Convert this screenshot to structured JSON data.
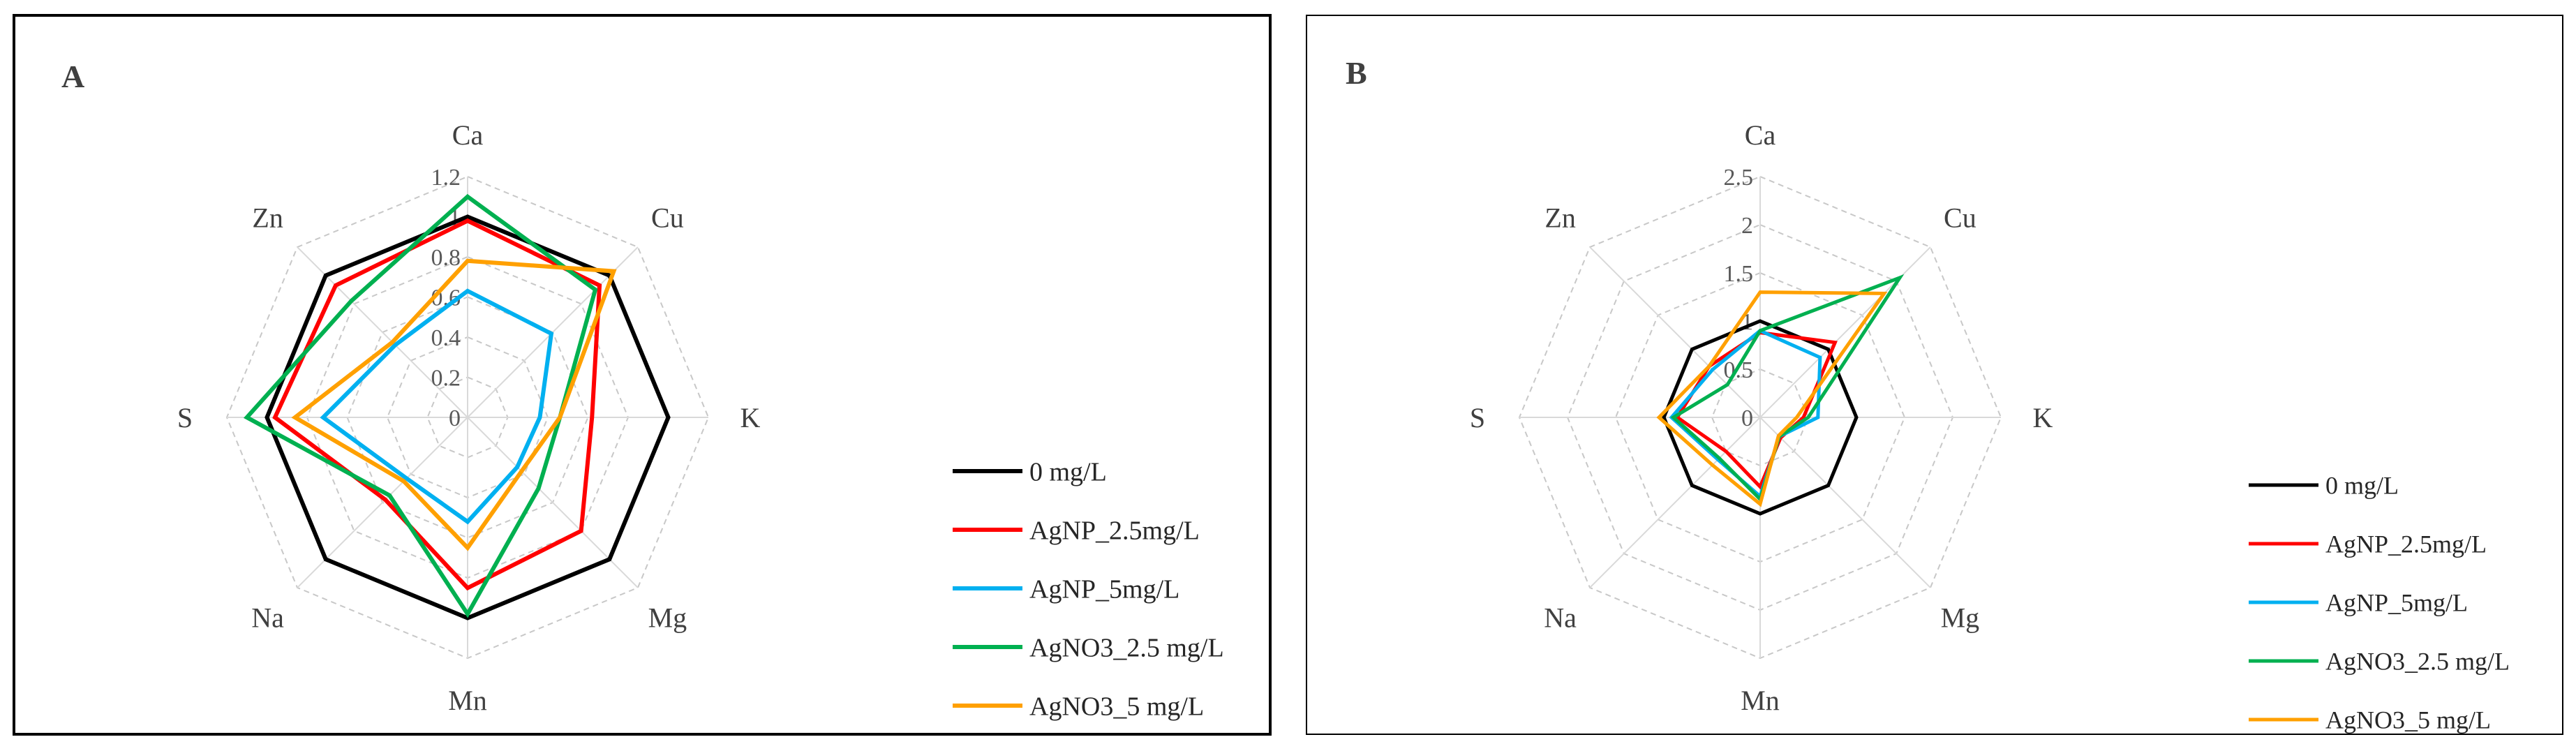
{
  "chart_data": [
    {
      "type": "radar",
      "panel": "A",
      "axes": [
        "Ca",
        "Cu",
        "K",
        "Mg",
        "Mn",
        "Na",
        "S",
        "Zn"
      ],
      "ticks": [
        "0",
        "0.2",
        "0.4",
        "0.6",
        "0.8",
        "1",
        "1.2"
      ],
      "range": [
        0,
        1.2
      ],
      "grid": true,
      "legend_position": "right",
      "series": [
        {
          "name": "0 mg/L",
          "color": "#000000",
          "values": [
            1.0,
            1.0,
            1.0,
            1.0,
            1.0,
            1.0,
            1.0,
            1.0
          ]
        },
        {
          "name": "AgNP_2.5mg/L",
          "color": "#ff0000",
          "values": [
            0.98,
            0.93,
            0.62,
            0.8,
            0.85,
            0.58,
            0.96,
            0.93
          ]
        },
        {
          "name": "AgNP_5mg/L",
          "color": "#00b0f0",
          "values": [
            0.63,
            0.59,
            0.36,
            0.35,
            0.52,
            0.43,
            0.72,
            0.51
          ]
        },
        {
          "name": "AgNO3_2.5 mg/L",
          "color": "#00b050",
          "values": [
            1.1,
            0.9,
            0.46,
            0.5,
            0.98,
            0.55,
            1.1,
            0.82
          ]
        },
        {
          "name": "AgNO3_5 mg/L",
          "color": "#ffa000",
          "values": [
            0.78,
            1.03,
            0.46,
            0.38,
            0.65,
            0.45,
            0.86,
            0.53
          ]
        }
      ]
    },
    {
      "type": "radar",
      "panel": "B",
      "axes": [
        "Ca",
        "Cu",
        "K",
        "Mg",
        "Mn",
        "Na",
        "S",
        "Zn"
      ],
      "ticks": [
        "0",
        "0.5",
        "1",
        "1.5",
        "2",
        "2.5"
      ],
      "range": [
        0,
        2.5
      ],
      "grid": true,
      "legend_position": "right",
      "series": [
        {
          "name": "0 mg/L",
          "color": "#000000",
          "values": [
            1.0,
            1.0,
            1.0,
            1.0,
            1.0,
            1.0,
            1.0,
            1.0
          ]
        },
        {
          "name": "AgNP_2.5mg/L",
          "color": "#ff0000",
          "values": [
            0.88,
            1.1,
            0.45,
            0.3,
            0.72,
            0.5,
            0.86,
            0.75
          ]
        },
        {
          "name": "AgNP_5mg/L",
          "color": "#00b0f0",
          "values": [
            0.9,
            0.88,
            0.6,
            0.28,
            0.82,
            0.62,
            0.92,
            0.7
          ]
        },
        {
          "name": "AgNO3_2.5 mg/L",
          "color": "#00b050",
          "values": [
            0.9,
            2.05,
            0.5,
            0.28,
            0.85,
            0.6,
            0.9,
            0.48
          ]
        },
        {
          "name": "AgNO3_5 mg/L",
          "color": "#ffa000",
          "values": [
            1.3,
            1.82,
            0.38,
            0.27,
            0.9,
            0.7,
            1.05,
            0.75
          ]
        }
      ]
    }
  ]
}
